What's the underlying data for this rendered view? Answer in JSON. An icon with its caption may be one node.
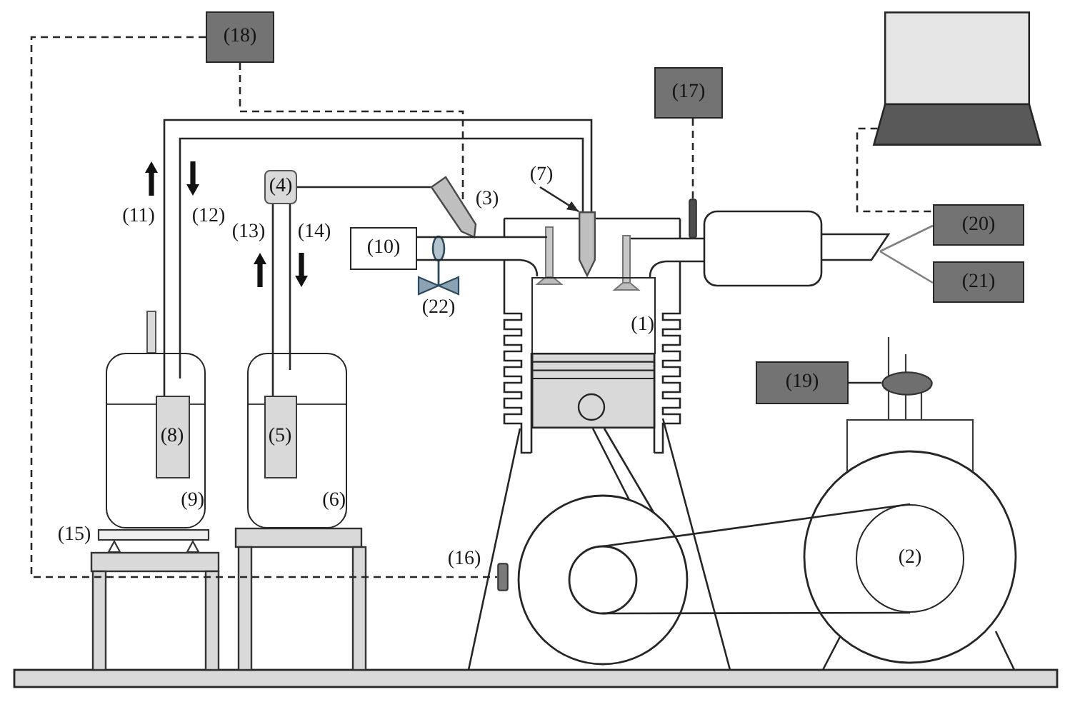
{
  "diagram": {
    "nodes": [
      {
        "text": [
          "(18)"
        ]
      },
      {
        "text": [
          "(17)"
        ]
      },
      {
        "text": [],
        "shape": "laptop"
      },
      {
        "text": [
          "(7)"
        ]
      },
      {
        "text": [
          "(4)"
        ]
      },
      {
        "text": [],
        "shape": "nozzle",
        "beside": [
          "(3)"
        ]
      },
      {
        "text": [],
        "shape": "nozzle"
      },
      {
        "text": [],
        "shape": "bar"
      },
      {
        "text": [
          "(10)"
        ]
      },
      {
        "text": [
          "(20)"
        ]
      },
      {
        "text": [
          "(21)"
        ]
      },
      {
        "text": [
          "(1)"
        ]
      },
      {
        "text": [
          "(9)"
        ]
      },
      {
        "text": [
          "(8)"
        ],
        "in": 12
      },
      {
        "text": [
          "(6)"
        ]
      },
      {
        "text": [
          "(5)"
        ],
        "in": 14
      },
      {
        "text": [
          "(19)"
        ]
      },
      {
        "text": [],
        "shape": "ellipse"
      },
      {
        "text": [
          "(2)"
        ]
      },
      {
        "text": [],
        "shape": "bar",
        "beside": [
          "(16)"
        ]
      },
      {
        "text": [],
        "shape": "pipe"
      }
    ],
    "edges": [
      {
        "from": 0,
        "to": 5,
        "arrow": "none",
        "style": "dashed"
      },
      {
        "from": 0,
        "to": 19,
        "arrow": "none",
        "style": "dashed"
      },
      {
        "from": 1,
        "to": 7,
        "arrow": "none",
        "style": "dashed"
      },
      {
        "from": 2,
        "to": 9,
        "arrow": "none",
        "style": "dashed"
      },
      {
        "from": 3,
        "to": 6,
        "arrow": "to"
      },
      {
        "from": 13,
        "to": 6,
        "arrow": "none"
      },
      {
        "from": 6,
        "to": 12,
        "arrow": "none"
      },
      {
        "from": 15,
        "to": 4,
        "arrow": "none"
      },
      {
        "from": 4,
        "to": 14,
        "arrow": "none"
      },
      {
        "from": 4,
        "to": 5,
        "arrow": "none"
      },
      {
        "from": null,
        "to": 9,
        "arrow": "none",
        "color": "#808080"
      },
      {
        "from": null,
        "to": 10,
        "arrow": "none",
        "color": "#808080"
      },
      {
        "from": 16,
        "to": 17,
        "arrow": "none"
      }
    ],
    "labels": [
      "(11)",
      "(12)",
      "(13)",
      "(14)",
      "(22)",
      "(15)"
    ]
  }
}
